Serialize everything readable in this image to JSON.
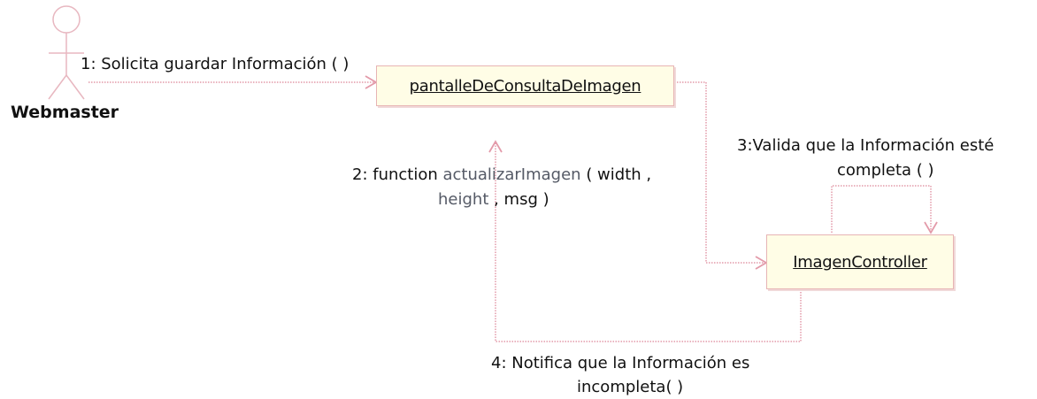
{
  "actor": {
    "name": "Webmaster"
  },
  "objects": {
    "screen": "pantalleDeConsultaDeImagen",
    "controller": "ImagenController"
  },
  "messages": {
    "m1": "1: Solicita guardar Información ( )",
    "m2_prefix": "2: function ",
    "m2_fn": "actualizarImagen",
    "m2_args_line1": " ( width ,",
    "m2_line2_word": "height",
    "m2_line2_rest": " , msg )",
    "m3_line1": "3:Valida que la Información esté",
    "m3_line2": "completa ( )",
    "m4_line1": "4: Notifica que la Información es",
    "m4_line2": "incompleta( )"
  },
  "colors": {
    "line": "#e39aa9",
    "actor": "#e8b7c0",
    "box_fill": "#fffde6",
    "box_border": "#e7b4b4"
  }
}
